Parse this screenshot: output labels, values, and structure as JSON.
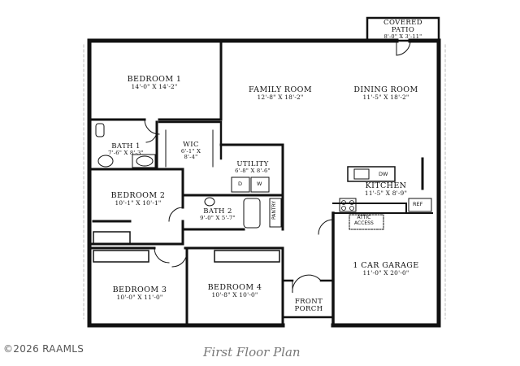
{
  "plan": {
    "title": "First Floor Plan",
    "copyright": "©2026 RAAMLS",
    "rooms": {
      "covered_patio": {
        "name": "COVERED\nPATIO",
        "dims": "8'-0\" X 3'-11\""
      },
      "bedroom_1": {
        "name": "BEDROOM 1",
        "dims": "14'-0\" X 14'-2\""
      },
      "family_room": {
        "name": "FAMILY ROOM",
        "dims": "12'-8\" X 18'-2\""
      },
      "dining_room": {
        "name": "DINING ROOM",
        "dims": "11'-5\" X 18'-2\""
      },
      "bath_1": {
        "name": "BATH 1",
        "dims": "7'-6\" X 8'-3\""
      },
      "wic": {
        "name": "WIC",
        "dims": "6'-1\" X\n8'-4\""
      },
      "utility": {
        "name": "UTILITY",
        "dims": "6'-8\" X 8'-6\""
      },
      "kitchen": {
        "name": "KITCHEN",
        "dims": "11'-5\" X 8'-9\""
      },
      "bedroom_2": {
        "name": "BEDROOM 2",
        "dims": "10'-1\" X 10'-1\""
      },
      "bath_2": {
        "name": "BATH 2",
        "dims": "9'-0\" X 5'-7\""
      },
      "bedroom_3": {
        "name": "BEDROOM 3",
        "dims": "10'-0\" X 11'-0\""
      },
      "bedroom_4": {
        "name": "BEDROOM 4",
        "dims": "10'-8\" X 10'-0\""
      },
      "front_porch": {
        "name": "FRONT\nPORCH",
        "dims": ""
      },
      "garage": {
        "name": "1 CAR GARAGE",
        "dims": "11'-0\" X 20'-0\""
      }
    },
    "fixtures": {
      "dishwasher": "DW",
      "dryer": "D",
      "washer": "W",
      "pantry": "PANTRY",
      "refrigerator": "REF",
      "attic_access": "ATTIC\nACCESS"
    }
  }
}
